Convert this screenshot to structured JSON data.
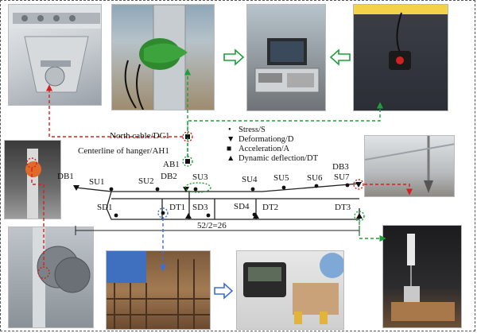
{
  "labels": {
    "north_cable": "North cable/DC1",
    "hanger_centerline": "Centerline of hanger/AH1",
    "ab1": "AB1",
    "db1": "DB1",
    "db2": "DB2",
    "db3": "DB3",
    "su1": "SU1",
    "su2": "SU2",
    "su3": "SU3",
    "su4": "SU4",
    "su5": "SU5",
    "su6": "SU6",
    "su7": "SU7",
    "sd1": "SD1",
    "sd3": "SD3",
    "sd4": "SD4",
    "dt1": "DT1",
    "dt2": "DT2",
    "dt3": "DT3",
    "dimension": "52/2=26"
  },
  "legend": [
    {
      "symbol": "•",
      "text": "Stress/S"
    },
    {
      "symbol": "▼",
      "text": "Deformationg/D"
    },
    {
      "symbol": "■",
      "text": "Acceleration/A"
    },
    {
      "symbol": "▲",
      "text": "Dynamic deflection/DT"
    }
  ],
  "colors": {
    "red_link": "#d62020",
    "green_link": "#1e9e3a",
    "blue_link": "#3a6fd8",
    "section_line": "#222222"
  },
  "icons": {
    "stress": "dot-marker",
    "deformation": "down-triangle-marker",
    "acceleration": "square-marker",
    "deflection": "up-triangle-marker"
  }
}
